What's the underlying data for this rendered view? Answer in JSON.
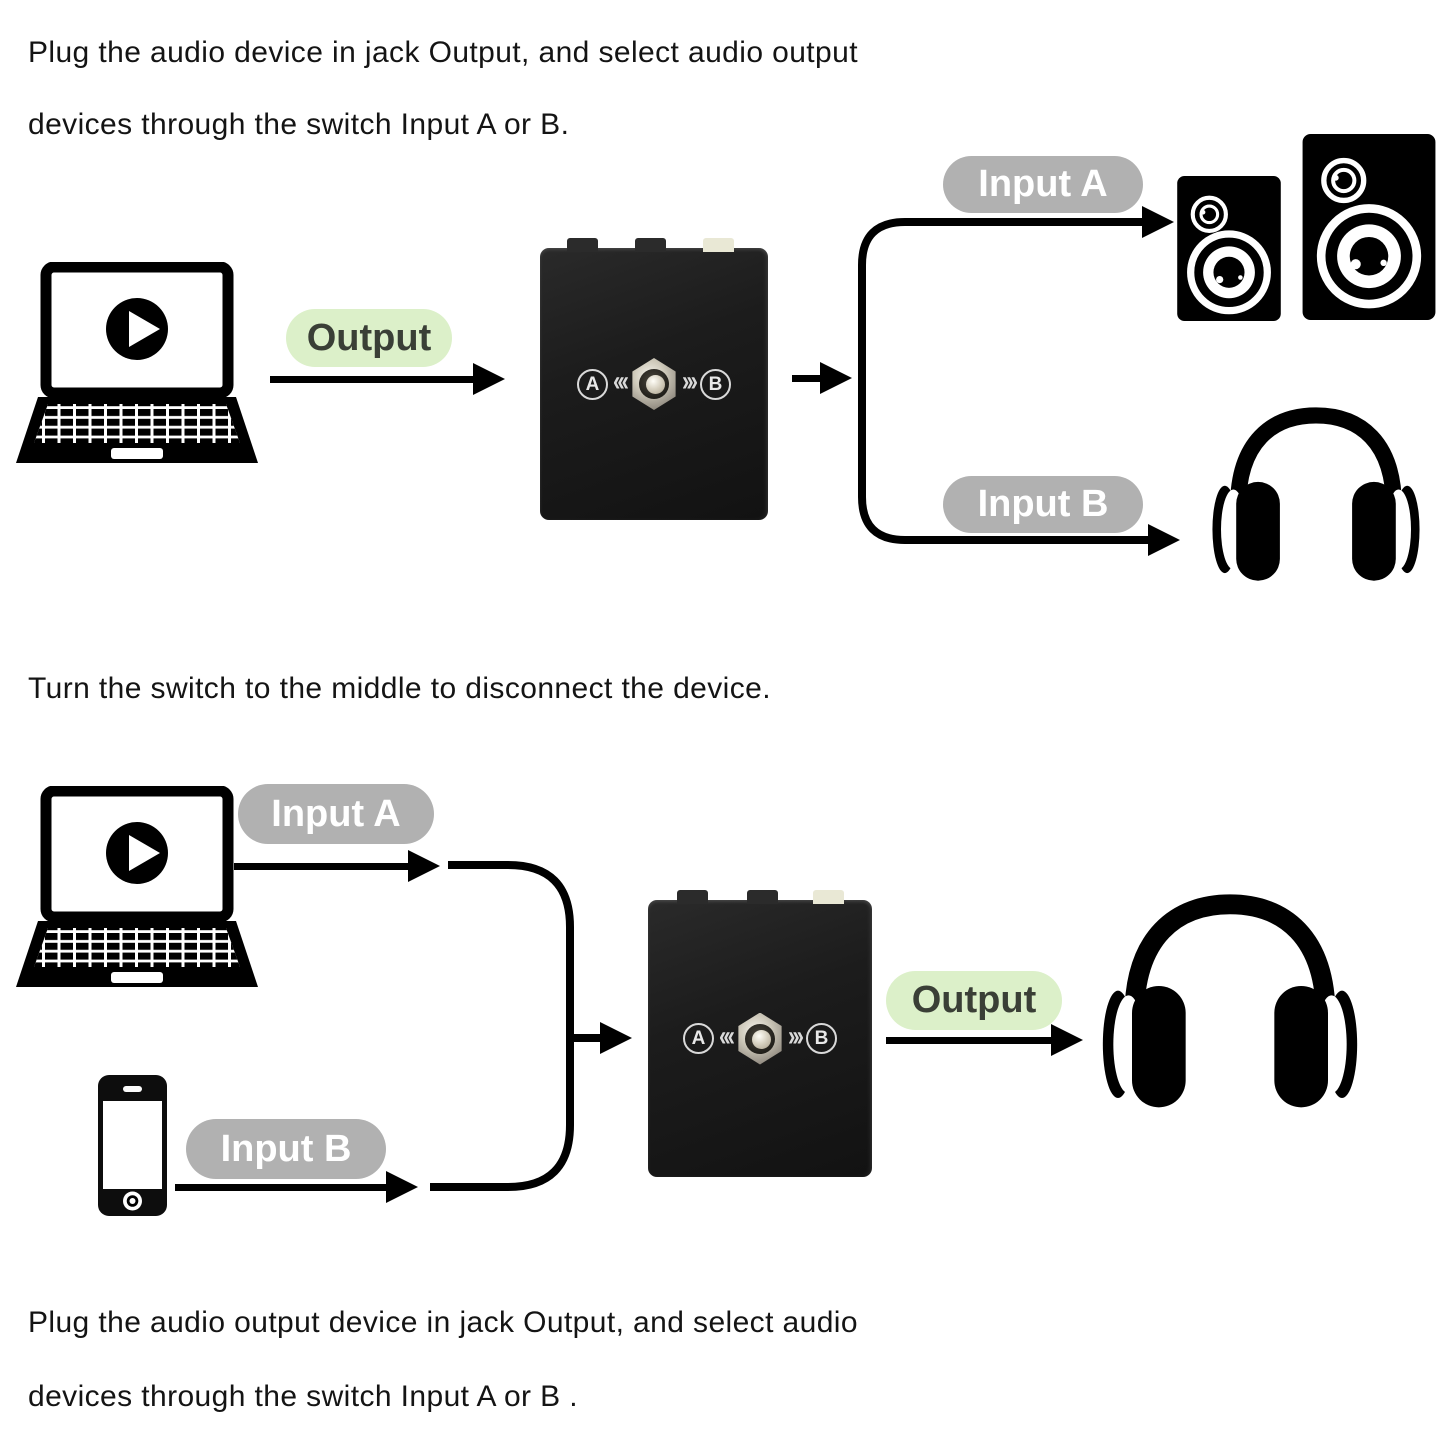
{
  "colors": {
    "background": "#ffffff",
    "text": "#141414",
    "arrow": "#000000",
    "pill_green_bg": "#dcf0c9",
    "pill_green_text": "#3a3f36",
    "pill_gray_bg": "#b1b1b1",
    "pill_gray_text": "#ffffff",
    "box_body": "#1b1b1b",
    "box_label": "#e0e0e0",
    "jack_cream": "#e9e8d5"
  },
  "instructions": {
    "top_line1": "Plug the audio device in jack Output, and select audio output",
    "top_line2": "devices through the switch Input A or B.",
    "middle": "Turn the switch to the middle to disconnect the device.",
    "bottom_line1": "Plug the audio output device in jack Output, and select audio",
    "bottom_line2": "devices through the switch Input A or B ."
  },
  "diagram1": {
    "output_label": "Output",
    "input_a_label": "Input A",
    "input_b_label": "Input B"
  },
  "diagram2": {
    "input_a_label": "Input A",
    "input_b_label": "Input B",
    "output_label": "Output"
  },
  "switch_box": {
    "label_a": "A",
    "label_b": "B",
    "chevrons_left": "‹‹‹",
    "chevrons_right": "›››"
  },
  "icons": {
    "laptop": "laptop-with-play-button",
    "phone": "smartphone",
    "speakers": "stereo-speakers",
    "headphones": "headphones",
    "switch": "ab-toggle-switch-box"
  }
}
